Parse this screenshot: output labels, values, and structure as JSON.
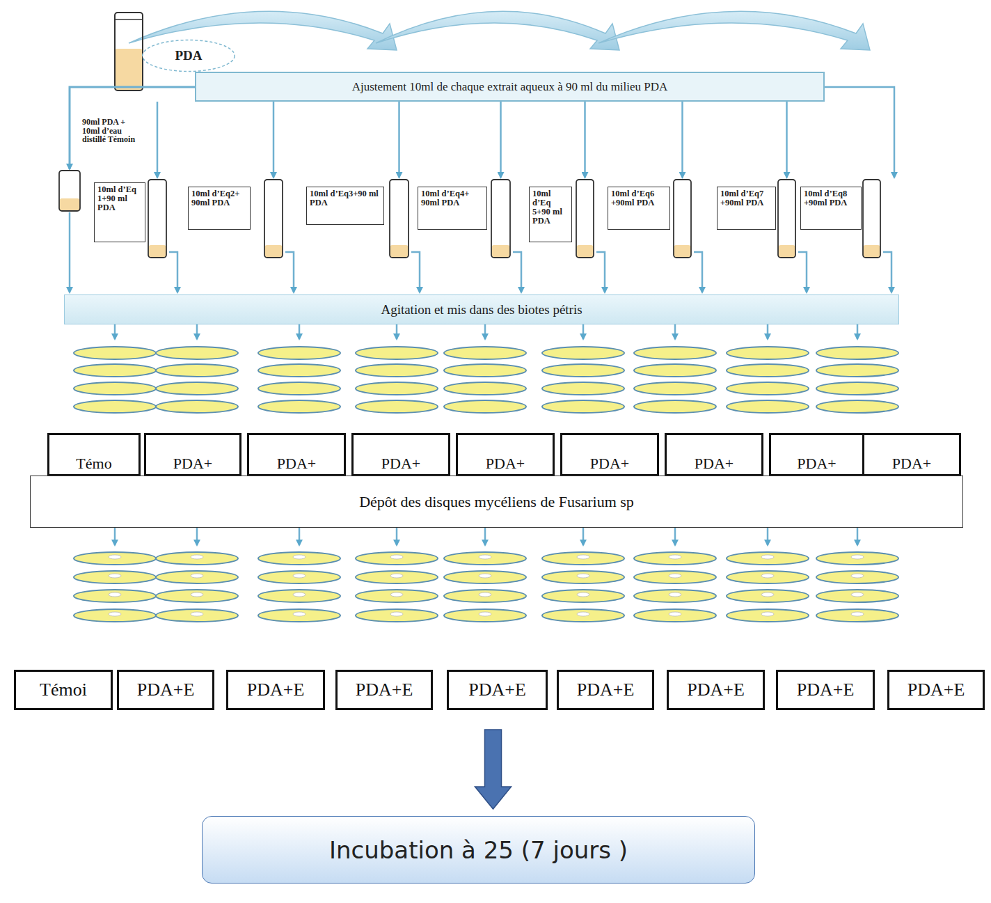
{
  "diagram": {
    "nodes": [
      {
        "text": [
          "PDA"
        ]
      },
      {
        "text": [
          "Ajustement 10ml de chaque extrait aqueux à 90 ml du milieu PDA"
        ]
      },
      {
        "text": [
          "90ml PDA + 10ml d’eau distillé Témoin"
        ]
      },
      {
        "text": [
          "10ml d’Eq 1+90 ml PDA"
        ]
      },
      {
        "text": [
          "10ml d’Eq2+ 90ml PDA"
        ]
      },
      {
        "text": [
          "10ml d’Eq3+90 ml PDA"
        ]
      },
      {
        "text": [
          "10ml d’Eq4+ 90ml PDA"
        ]
      },
      {
        "text": [
          "10ml d’Eq 5+90 ml PDA"
        ]
      },
      {
        "text": [
          "10ml d’Eq6 +90ml PDA"
        ]
      },
      {
        "text": [
          "10ml d’Eq7 +90ml PDA"
        ]
      },
      {
        "text": [
          "10ml d’Eq8 +90ml PDA"
        ]
      },
      {
        "text": [
          "Agitation et mis dans des biotes pétris"
        ]
      },
      {
        "text": [
          "Témo"
        ]
      },
      {
        "text": [
          "PDA+"
        ]
      },
      {
        "text": [
          "PDA+"
        ]
      },
      {
        "text": [
          "PDA+"
        ]
      },
      {
        "text": [
          "PDA+"
        ]
      },
      {
        "text": [
          "PDA+"
        ]
      },
      {
        "text": [
          "PDA+"
        ]
      },
      {
        "text": [
          "PDA+"
        ]
      },
      {
        "text": [
          "PDA+"
        ]
      },
      {
        "text": [
          "Dépôt des disques mycéliens de Fusarium sp"
        ]
      },
      {
        "text": [
          "Témoi"
        ]
      },
      {
        "text": [
          "PDA+E"
        ]
      },
      {
        "text": [
          "PDA+E"
        ]
      },
      {
        "text": [
          "PDA+E"
        ]
      },
      {
        "text": [
          "PDA+E"
        ]
      },
      {
        "text": [
          "PDA+E"
        ]
      },
      {
        "text": [
          "PDA+E"
        ]
      },
      {
        "text": [
          "PDA+E"
        ]
      },
      {
        "text": [
          "PDA+E"
        ]
      },
      {
        "text": [
          "Incubation à 25 (7 jours )"
        ]
      }
    ],
    "edges": [
      {
        "from": 26,
        "to": 31,
        "arrow": "to"
      }
    ]
  }
}
